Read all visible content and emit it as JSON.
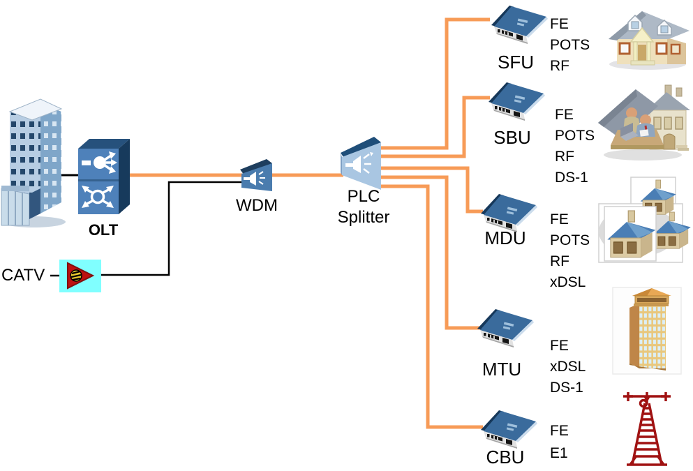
{
  "colors": {
    "fiber_orange": "#F79B57",
    "copper_black": "#000000",
    "onu_blue": "#3A6B9C",
    "olt_blue": "#4E81BA",
    "splitter_blue": "#A9C6E2",
    "wdm_blue": "#4A7CAE",
    "catv_cyan": "#80FFFF",
    "catv_red": "#BE1010",
    "tower_red": "#A01212"
  },
  "core": {
    "olt_label": "OLT",
    "catv_label": "CATV",
    "wdm_label": "WDM",
    "splitter_label_1": "PLC",
    "splitter_label_2": "Splitter"
  },
  "onus": [
    {
      "label": "SFU",
      "services": [
        "FE",
        "POTS",
        "RF"
      ]
    },
    {
      "label": "SBU",
      "services": [
        "FE",
        "POTS",
        "RF",
        "DS-1"
      ]
    },
    {
      "label": "MDU",
      "services": [
        "FE",
        "POTS",
        "RF",
        "xDSL"
      ]
    },
    {
      "label": "MTU",
      "services": [
        "FE",
        "xDSL",
        "DS-1"
      ]
    },
    {
      "label": "CBU",
      "services": [
        "FE",
        "E1"
      ]
    }
  ]
}
